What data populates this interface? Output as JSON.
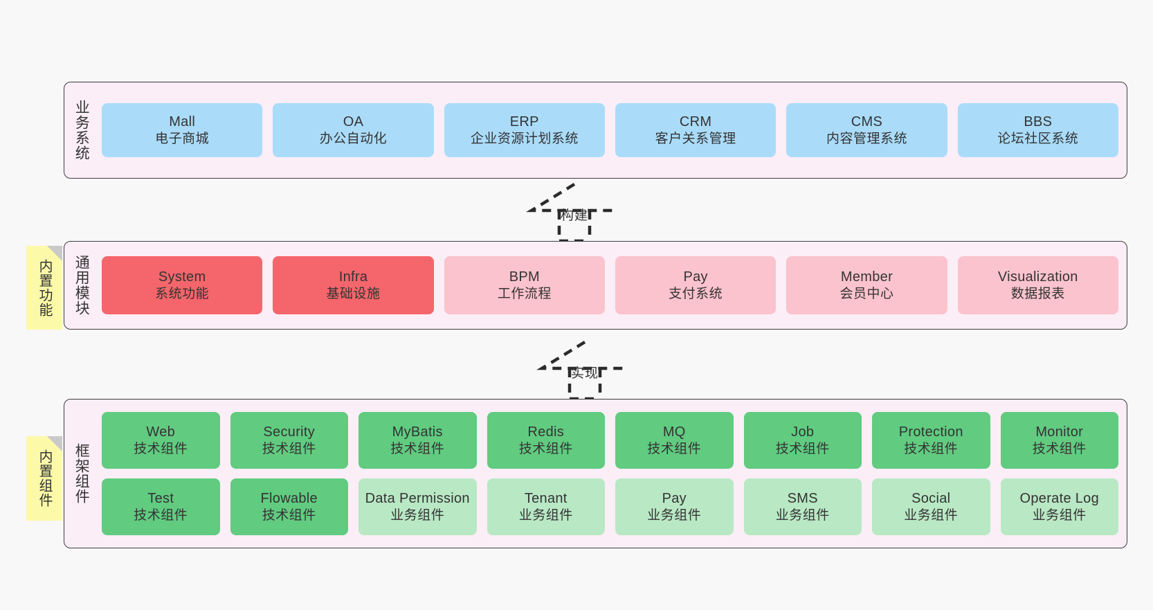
{
  "diagram": {
    "background": "#f8f8f8",
    "layer_bg": "#fbeef7",
    "layer_border": "#3d3d3d",
    "tag_bg": "#fcfaa8",
    "colors": {
      "business": "#aadcfa",
      "module_core": "#f4666b",
      "module_opt": "#fbc3cd",
      "component_tech": "#61cb80",
      "component_biz": "#b9e8c4"
    }
  },
  "layers": {
    "business": {
      "label": "业务系统",
      "cards": [
        {
          "title": "Mall",
          "sub": "电子商城",
          "color": "c-blue"
        },
        {
          "title": "OA",
          "sub": "办公自动化",
          "color": "c-blue"
        },
        {
          "title": "ERP",
          "sub": "企业资源计划系统",
          "color": "c-blue"
        },
        {
          "title": "CRM",
          "sub": "客户关系管理",
          "color": "c-blue"
        },
        {
          "title": "CMS",
          "sub": "内容管理系统",
          "color": "c-blue"
        },
        {
          "title": "BBS",
          "sub": "论坛社区系统",
          "color": "c-blue"
        }
      ]
    },
    "modules": {
      "label": "通用模块",
      "tag": "内置功能",
      "cards": [
        {
          "title": "System",
          "sub": "系统功能",
          "color": "c-red"
        },
        {
          "title": "Infra",
          "sub": "基础设施",
          "color": "c-red"
        },
        {
          "title": "BPM",
          "sub": "工作流程",
          "color": "c-pink"
        },
        {
          "title": "Pay",
          "sub": "支付系统",
          "color": "c-pink"
        },
        {
          "title": "Member",
          "sub": "会员中心",
          "color": "c-pink"
        },
        {
          "title": "Visualization",
          "sub": "数据报表",
          "color": "c-pink"
        }
      ]
    },
    "components": {
      "label": "框架组件",
      "tag": "内置组件",
      "row1": [
        {
          "title": "Web",
          "sub": "技术组件",
          "color": "c-green"
        },
        {
          "title": "Security",
          "sub": "技术组件",
          "color": "c-green"
        },
        {
          "title": "MyBatis",
          "sub": "技术组件",
          "color": "c-green"
        },
        {
          "title": "Redis",
          "sub": "技术组件",
          "color": "c-green"
        },
        {
          "title": "MQ",
          "sub": "技术组件",
          "color": "c-green"
        },
        {
          "title": "Job",
          "sub": "技术组件",
          "color": "c-green"
        },
        {
          "title": "Protection",
          "sub": "技术组件",
          "color": "c-green"
        },
        {
          "title": "Monitor",
          "sub": "技术组件",
          "color": "c-green"
        }
      ],
      "row2": [
        {
          "title": "Test",
          "sub": "技术组件",
          "color": "c-green"
        },
        {
          "title": "Flowable",
          "sub": "技术组件",
          "color": "c-green"
        },
        {
          "title": "Data Permission",
          "sub": "业务组件",
          "color": "c-green-lt"
        },
        {
          "title": "Tenant",
          "sub": "业务组件",
          "color": "c-green-lt"
        },
        {
          "title": "Pay",
          "sub": "业务组件",
          "color": "c-green-lt"
        },
        {
          "title": "SMS",
          "sub": "业务组件",
          "color": "c-green-lt"
        },
        {
          "title": "Social",
          "sub": "业务组件",
          "color": "c-green-lt"
        },
        {
          "title": "Operate Log",
          "sub": "业务组件",
          "color": "c-green-lt"
        }
      ]
    }
  },
  "connectors": [
    {
      "label": "构建",
      "name": "connector-build"
    },
    {
      "label": "实现",
      "name": "connector-implement"
    }
  ]
}
